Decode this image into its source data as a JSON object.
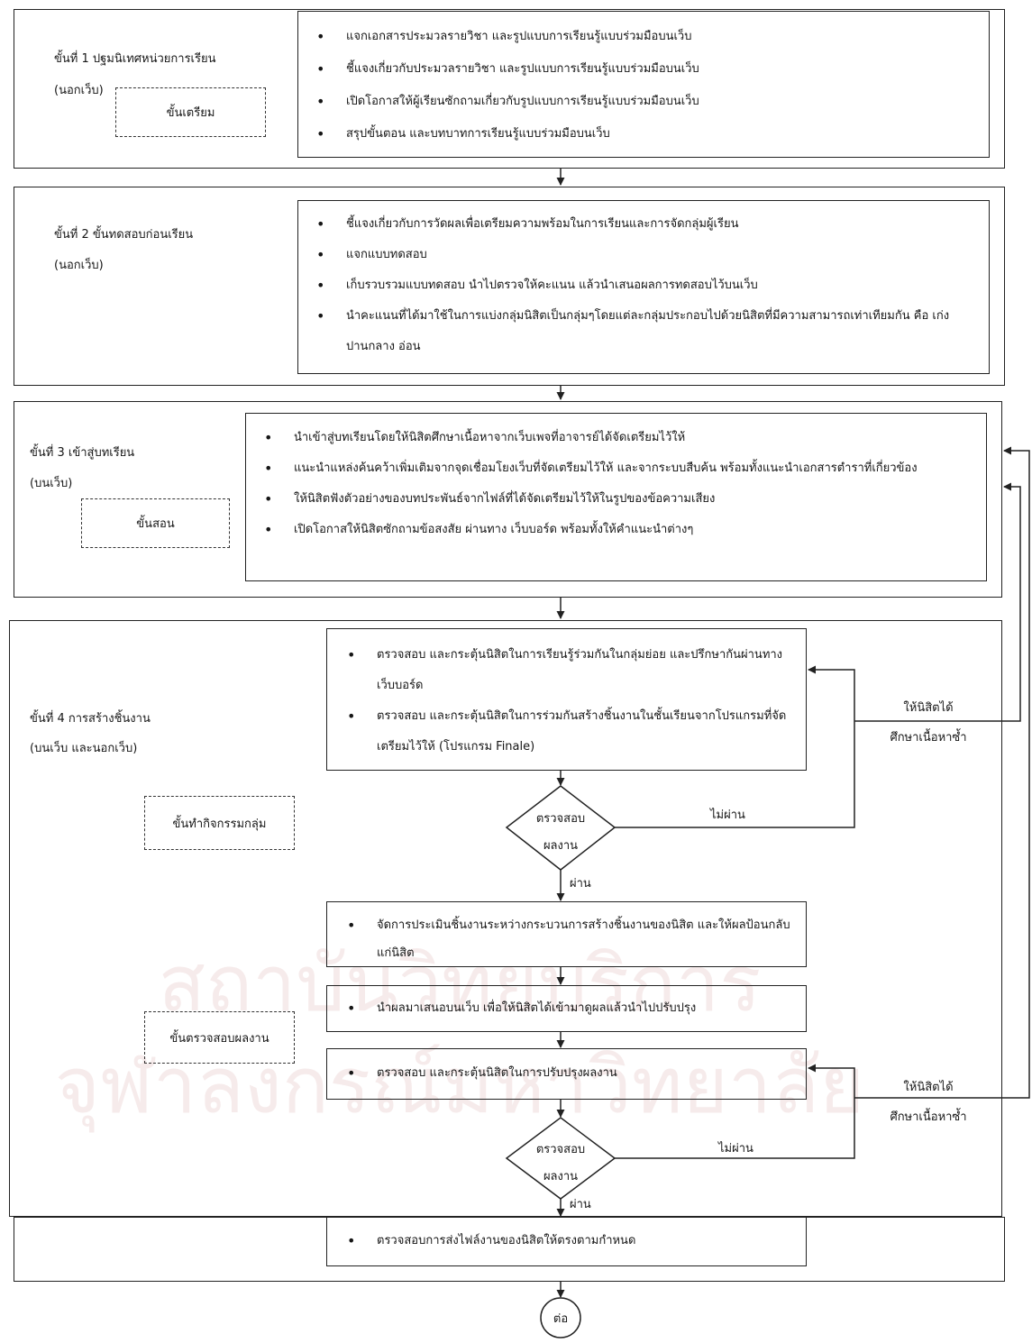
{
  "watermark": {
    "line1": "สถาบันวิทยบริการ",
    "line2": "จุฬาลงกรณ์มหาวิทยาลัย"
  },
  "stages": [
    {
      "title": "ขั้นที่ 1 ปฐมนิเทศหน่วยการเรียน",
      "location": "(นอกเว็บ)",
      "phase": "ขั้นเตรียม",
      "steps": [
        "แจกเอกสารประมวลรายวิชา และรูปแบบการเรียนรู้แบบร่วมมือบนเว็บ",
        "ชี้แจงเกี่ยวกับประมวลรายวิชา และรูปแบบการเรียนรู้แบบร่วมมือบนเว็บ",
        "เปิดโอกาสให้ผู้เรียนซักถามเกี่ยวกับรูปแบบการเรียนรู้แบบร่วมมือบนเว็บ",
        "สรุปขั้นตอน และบทบาทการเรียนรู้แบบร่วมมือบนเว็บ"
      ]
    },
    {
      "title": "ขั้นที่ 2 ขั้นทดสอบก่อนเรียน",
      "location": "(นอกเว็บ)",
      "steps": [
        "ชี้แจงเกี่ยวกับการวัดผลเพื่อเตรียมความพร้อมในการเรียนและการจัดกลุ่มผู้เรียน",
        "แจกแบบทดสอบ",
        "เก็บรวบรวมแบบทดสอบ นำไปตรวจให้คะแนน แล้วนำเสนอผลการทดสอบไว้บนเว็บ",
        "นำคะแนนที่ได้มาใช้ในการแบ่งกลุ่มนิสิตเป็นกลุ่มๆโดยแต่ละกลุ่มประกอบไปด้วยนิสิตที่มีความสามารถเท่าเทียมกัน คือ เก่ง ปานกลาง อ่อน"
      ]
    },
    {
      "title": "ขั้นที่ 3 เข้าสู่บทเรียน",
      "location": "(บนเว็บ)",
      "phase": "ขั้นสอน",
      "steps": [
        "นำเข้าสู่บทเรียนโดยให้นิสิตศึกษาเนื้อหาจากเว็บเพจที่อาจารย์ได้จัดเตรียมไว้ให้",
        "แนะนำแหล่งค้นคว้าเพิ่มเติมจากจุดเชื่อมโยงเว็บที่จัดเตรียมไว้ให้ และจากระบบสืบค้น พร้อมทั้งแนะนำเอกสารตำราที่เกี่ยวข้อง",
        "ให้นิสิตฟังตัวอย่างของบทประพันธ์จากไฟล์ที่ได้จัดเตรียมไว้ให้ในรูปของข้อความเสียง",
        "เปิดโอกาสให้นิสิตซักถามข้อสงสัย ผ่านทาง เว็บบอร์ด พร้อมทั้งให้คำแนะนำต่างๆ"
      ]
    },
    {
      "title": "ขั้นที่ 4 การสร้างชิ้นงาน",
      "location": "(บนเว็บ และนอกเว็บ)",
      "phase_group_activity": "ขั้นทำกิจกรรมกลุ่ม",
      "phase_check_work": "ขั้นตรวจสอบผลงาน",
      "group_steps": [
        "ตรวจสอบ และกระตุ้นนิสิตในการเรียนรู้ร่วมกันในกลุ่มย่อย และปรึกษากันผ่านทางเว็บบอร์ด",
        "ตรวจสอบ และกระตุ้นนิสิตในการร่วมกันสร้างชิ้นงานในชั้นเรียนจากโปรแกรมที่จัดเตรียมไว้ให้ (โปรแกรม Finale)"
      ],
      "evaluate_step": "จัดการประเมินชิ้นงานระหว่างกระบวนการสร้างชิ้นงานของนิสิต และให้ผลป้อนกลับแก่นิสิต",
      "present_step": "นำผลมาเสนอบนเว็บ เพื่อให้นิสิตได้เข้ามาดูผลแล้วนำไปปรับปรุง",
      "improve_step": "ตรวจสอบ และกระตุ้นนิสิตในการปรับปรุงผลงาน",
      "submit_step": "ตรวจสอบการส่งไฟล์งานของนิสิตให้ตรงตามกำหนด"
    }
  ],
  "decision": {
    "line1": "ตรวจสอบ",
    "line2": "ผลงาน",
    "pass": "ผ่าน",
    "fail": "ไม่ผ่าน"
  },
  "loop_note": {
    "line1": "ให้นิสิตได้",
    "line2": "ศึกษาเนื้อหาซ้ำ"
  },
  "connector_label": "ต่อ"
}
